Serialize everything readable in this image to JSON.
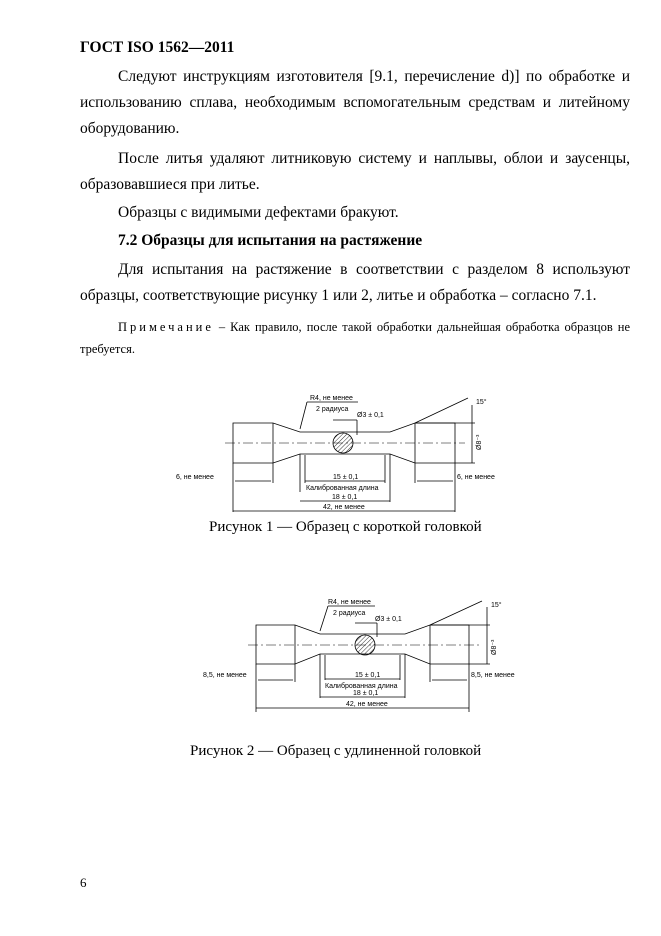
{
  "header": "ГОСТ ISO 1562—2011",
  "paragraphs": [
    "Следуют инструкциям изготовителя [9.1, перечисление d)] по обработке и использованию сплава, необходимым вспомогательным средствам и литейному оборудованию.",
    "После литья удаляют литниковую систему и наплывы, облои и заусенцы, образовавшиеся при литье.",
    "Образцы с видимыми дефектами бракуют."
  ],
  "section_title": "7.2 Образцы для испытания на растяжение",
  "section_text": "Для испытания на растяжение в соответствии с разделом 8 используют образцы, соответствующие рисунку 1 или 2, литье и обработка – согласно 7.1.",
  "note": {
    "label": "Примечание",
    "text": " – Как правило, после такой обработки дальнейшая обработка образцов не требуется."
  },
  "figure1": {
    "radius": "R4, не менее",
    "radius2": "2 радиуса",
    "dia": "Ø3 ± 0,1",
    "angle": "15°",
    "head_dia": "Ø8⁻³",
    "left": "6, не менее",
    "right": "6, не менее",
    "gauge": "15 ± 0,1",
    "gauge_label": "Калиброванная длина",
    "parallel": "18 ± 0,1",
    "total": "42, не менее",
    "caption": "Рисунок 1 — Образец с короткой головкой"
  },
  "figure2": {
    "radius": "R4, не менее",
    "radius2": "2 радиуса",
    "dia": "Ø3 ± 0,1",
    "angle": "15°",
    "head_dia": "Ø8⁻³",
    "left": "8,5, не менее",
    "right": "8,5, не менее",
    "gauge": "15 ± 0,1",
    "gauge_label": "Калиброванная длина",
    "parallel": "18 ± 0,1",
    "total": "42, не менее",
    "caption": "Рисунок 2 — Образец с удлиненной головкой"
  },
  "page_number": "6"
}
